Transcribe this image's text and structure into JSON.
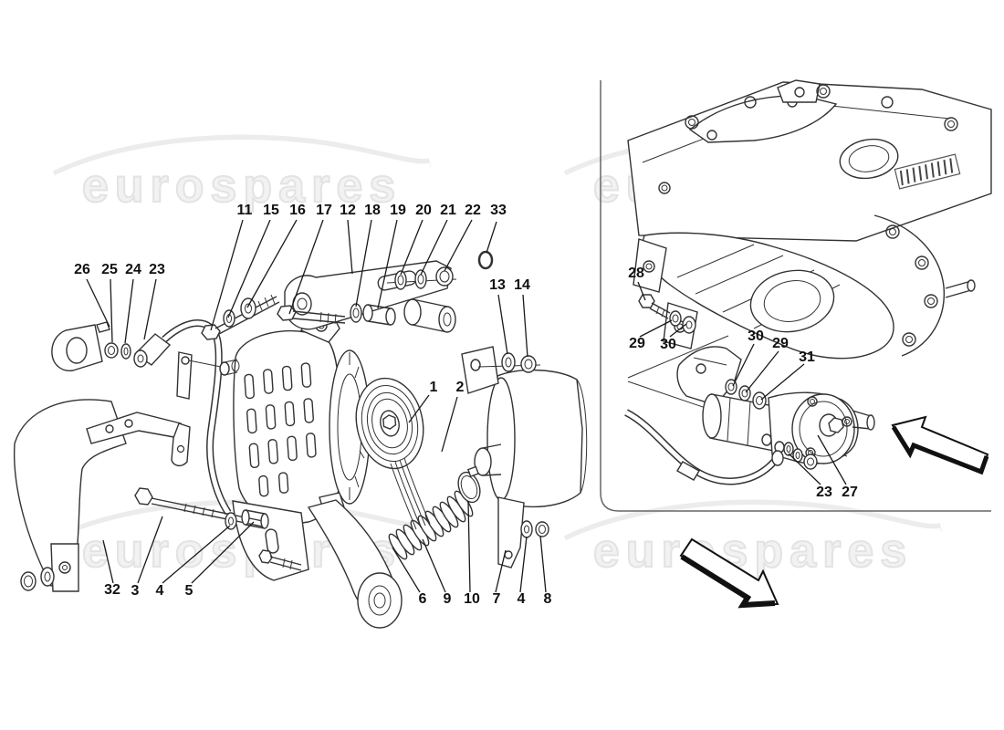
{
  "watermark": {
    "text": "eurospares",
    "color": "#e8e8e8"
  },
  "colors": {
    "line": "#333333",
    "callout_text": "#111111",
    "background": "#ffffff"
  },
  "callouts": [
    "11",
    "15",
    "16",
    "17",
    "12",
    "18",
    "19",
    "20",
    "21",
    "22",
    "33",
    "26",
    "25",
    "24",
    "23",
    "13",
    "14",
    "1",
    "2",
    "32",
    "3",
    "4",
    "5",
    "6",
    "9",
    "10",
    "7",
    "4",
    "8",
    "28",
    "29",
    "30",
    "30",
    "29",
    "31",
    "23",
    "27"
  ],
  "arrows": [
    {
      "name": "up-left"
    },
    {
      "name": "down-right"
    }
  ]
}
